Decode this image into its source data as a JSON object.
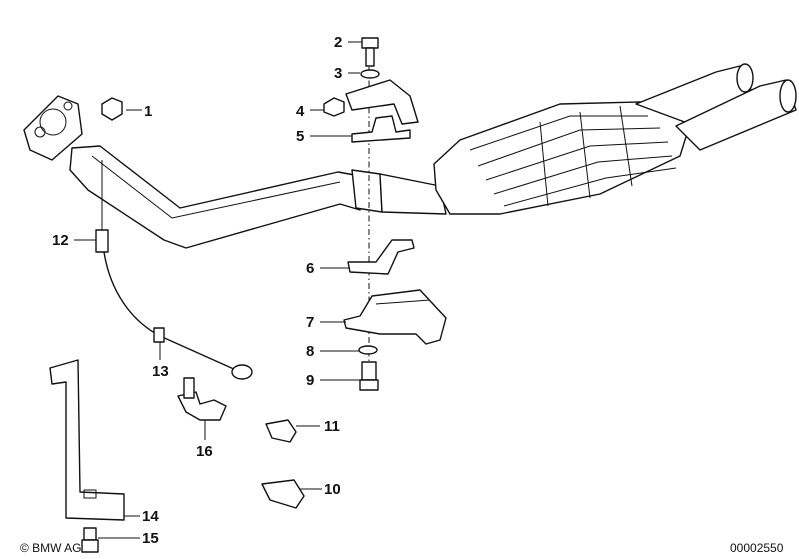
{
  "callouts": [
    {
      "id": "1",
      "label": "1"
    },
    {
      "id": "2",
      "label": "2"
    },
    {
      "id": "3",
      "label": "3"
    },
    {
      "id": "4",
      "label": "4"
    },
    {
      "id": "5",
      "label": "5"
    },
    {
      "id": "6",
      "label": "6"
    },
    {
      "id": "7",
      "label": "7"
    },
    {
      "id": "8",
      "label": "8"
    },
    {
      "id": "9",
      "label": "9"
    },
    {
      "id": "10",
      "label": "10"
    },
    {
      "id": "11",
      "label": "11"
    },
    {
      "id": "12",
      "label": "12"
    },
    {
      "id": "13",
      "label": "13"
    },
    {
      "id": "14",
      "label": "14"
    },
    {
      "id": "15",
      "label": "15"
    },
    {
      "id": "16",
      "label": "16"
    }
  ],
  "footer": {
    "copyright": "© BMW AG",
    "drawing_number": "00002550"
  }
}
